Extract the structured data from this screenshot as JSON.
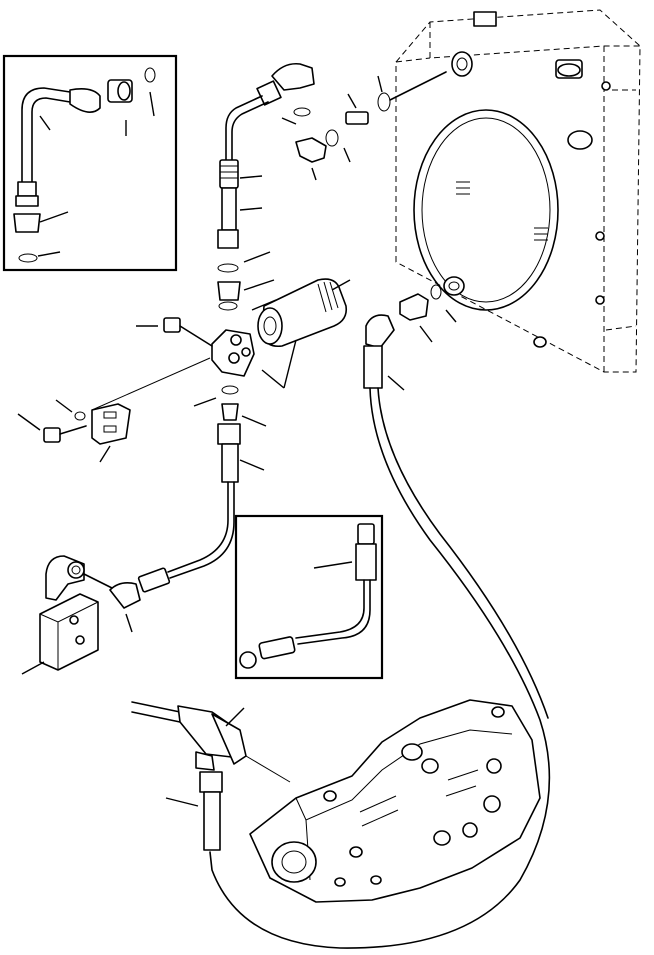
{
  "diagram": {
    "kind": "exploded-parts-view",
    "style": "black line art on white",
    "callout_labels": [],
    "insets": [
      {
        "name": "inset-fitting-detail"
      },
      {
        "name": "inset-hose-detail"
      }
    ],
    "components": [
      "radiator-assembly",
      "filter-cartridge",
      "filter-head",
      "mounting-bracket",
      "control-valve",
      "hydraulic-pump",
      "tee-fitting",
      "hose-lines",
      "elbow-fittings",
      "o-rings"
    ],
    "colors": {
      "line": "#000000",
      "background": "#ffffff"
    }
  }
}
